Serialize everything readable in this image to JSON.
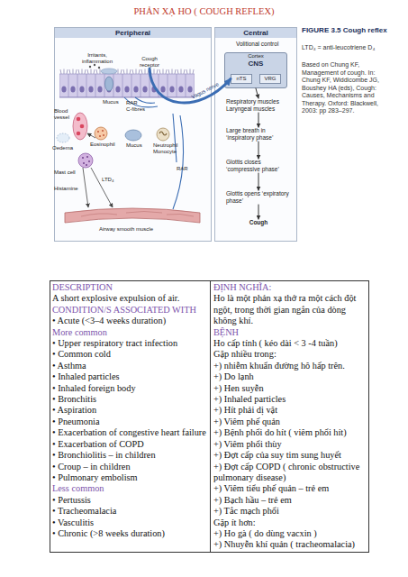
{
  "diagram": {
    "title": "PHẢN XẠ HO ( COUGH REFLEX)",
    "caption": "FIGURE 3.5 Cough reflex",
    "nodes": [
      {
        "text": [
          "Peripheral"
        ]
      },
      {
        "text": [
          "Cough receptor"
        ],
        "in": 0
      },
      {
        "text": [
          "Central"
        ]
      },
      {
        "text": [
          "Cortex",
          "CNS"
        ],
        "in": 2
      },
      {
        "text": [
          "nTS"
        ],
        "in": 3
      },
      {
        "text": [
          "VRG"
        ],
        "in": 3
      },
      {
        "text": [
          "Respiratory muscles Laryngeal muscles"
        ],
        "in": 2
      },
      {
        "text": [
          "Large breath in ‘inspiratory phase’"
        ],
        "in": 2
      },
      {
        "text": [
          "Glottis closes ‘compressive phase’"
        ],
        "in": 2
      },
      {
        "text": [
          "Glottis opens ‘expiratory phase’"
        ],
        "in": 2
      },
      {
        "text": [
          "Cough"
        ],
        "in": 2
      }
    ],
    "edges": [
      {
        "from": 1,
        "to": 4,
        "label": "Vagus nerve",
        "arrow": "to"
      },
      {
        "from": 3,
        "to": 6,
        "arrow": "to"
      },
      {
        "from": 6,
        "to": 7,
        "arrow": "to"
      },
      {
        "from": 7,
        "to": 8,
        "arrow": "to"
      },
      {
        "from": 8,
        "to": 9,
        "arrow": "to"
      },
      {
        "from": 9,
        "to": 10,
        "arrow": "to"
      }
    ],
    "labels": [
      "Irritants, inflammation",
      "Mucus",
      "RAR",
      "C-fibres",
      "Blood vessel",
      "Oedema",
      "Eosinophil",
      "Mucus",
      "Neutrophil Monocyte",
      "RAR",
      "Mast cell",
      "LTD₄",
      "Histamine",
      "Airway smooth muscle",
      "Volitional control",
      "LTD₄ = anti-leucotriene D₄",
      "Based on Chung KF, Management of cough. In: Chung KF, Widdicombe JG, Boushey HA (eds), Cough: Causes, Mechanisms and Therapy. Oxford: Blackwell, 2003: pp 283–297.",
      "DESCRIPTION",
      "A short explosive expulsion of air.",
      "CONDITION/S ASSOCIATED WITH",
      "• Acute (<3–4 weeks duration)",
      "More common",
      "• Upper respiratory tract infection",
      "• Common cold",
      "• Asthma",
      "• Inhaled particles",
      "• Inhaled foreign body",
      "• Bronchitis",
      "• Aspiration",
      "• Pneumonia",
      "• Exacerbation of congestive heart failure",
      "• Exacerbation of COPD",
      "• Bronchiolitis – in children",
      "• Croup – in children",
      "• Pulmonary embolism",
      "Less common",
      "• Pertussis",
      "• Tracheomalacia",
      "• Vasculitis",
      "• Chronic (>8 weeks duration)",
      "ĐỊNH NGHĨA:",
      "Ho là một phản xạ thở ra một cách đột ngột, trong thời gian ngắn của dòng không khí.",
      "BỆNH",
      "Ho cấp tính ( kéo dài < 3 -4 tuần)",
      "Gặp nhiều trong:",
      "+) nhiễm khuẩn đường hô hấp trên.",
      "+) Do lạnh",
      "+) Hen suyễn",
      "+) Inhaled particles",
      "+) Hít phải dị vật",
      "+) Viêm phế quản",
      "+) Bệnh phổi do hít ( viêm phổi hít)",
      "+) Viêm phổi thùy",
      "+) Đợt cấp của suy tim sung huyết",
      "+) Đợt cấp COPD ( chronic obstructive pulmonary disease)",
      "+) Viêm tiểu phế quản – trẻ em",
      "+) Bạch hầu – trẻ em",
      "+) Tắc mạch phổi",
      "Gặp ít hơn:",
      "+) Ho gà ( do dùng vacxin )",
      "+) Nhuyễn khí quản ( tracheomalacia)"
    ]
  }
}
